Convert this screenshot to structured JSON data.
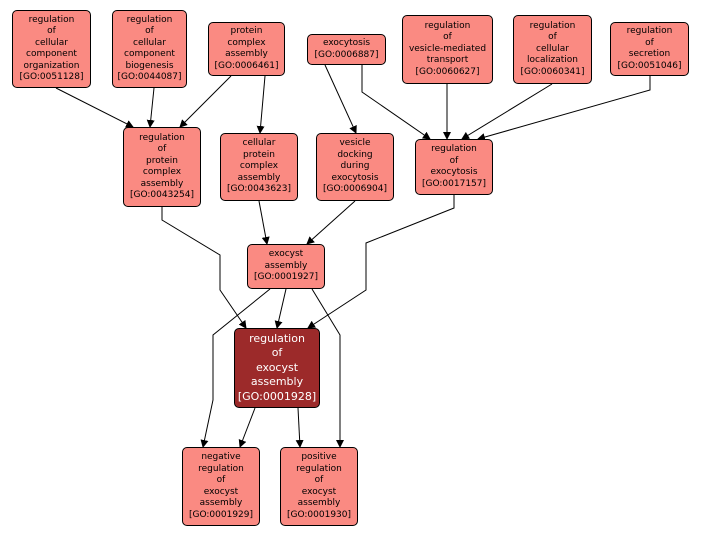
{
  "title": "GO graph: regulation of exocyst assembly",
  "colors": {
    "node_fill": "#fa8a82",
    "focus_fill": "#9c2a2a",
    "edge": "#000000",
    "background": "#ffffff"
  },
  "nodes": [
    {
      "key": "n51128",
      "lines": [
        "regulation",
        "of",
        "cellular",
        "component",
        "organization"
      ],
      "id": "[GO:0051128]"
    },
    {
      "key": "n44087",
      "lines": [
        "regulation",
        "of",
        "cellular",
        "component",
        "biogenesis"
      ],
      "id": "[GO:0044087]"
    },
    {
      "key": "n6461",
      "lines": [
        "protein",
        "complex",
        "assembly"
      ],
      "id": "[GO:0006461]"
    },
    {
      "key": "n6887",
      "lines": [
        "exocytosis"
      ],
      "id": "[GO:0006887]"
    },
    {
      "key": "n60627",
      "lines": [
        "regulation",
        "of",
        "vesicle-mediated",
        "transport"
      ],
      "id": "[GO:0060627]"
    },
    {
      "key": "n60341",
      "lines": [
        "regulation",
        "of",
        "cellular",
        "localization"
      ],
      "id": "[GO:0060341]"
    },
    {
      "key": "n51046",
      "lines": [
        "regulation",
        "of",
        "secretion"
      ],
      "id": "[GO:0051046]"
    },
    {
      "key": "n43254",
      "lines": [
        "regulation",
        "of",
        "protein",
        "complex",
        "assembly"
      ],
      "id": "[GO:0043254]"
    },
    {
      "key": "n43623",
      "lines": [
        "cellular",
        "protein",
        "complex",
        "assembly"
      ],
      "id": "[GO:0043623]"
    },
    {
      "key": "n6904",
      "lines": [
        "vesicle",
        "docking",
        "during",
        "exocytosis"
      ],
      "id": "[GO:0006904]"
    },
    {
      "key": "n17157",
      "lines": [
        "regulation",
        "of",
        "exocytosis"
      ],
      "id": "[GO:0017157]"
    },
    {
      "key": "n1927",
      "lines": [
        "exocyst",
        "assembly"
      ],
      "id": "[GO:0001927]"
    },
    {
      "key": "n1928",
      "lines": [
        "regulation",
        "of",
        "exocyst",
        "assembly"
      ],
      "id": "[GO:0001928]",
      "focus": true
    },
    {
      "key": "n1929",
      "lines": [
        "negative",
        "regulation",
        "of",
        "exocyst",
        "assembly"
      ],
      "id": "[GO:0001929]"
    },
    {
      "key": "n1930",
      "lines": [
        "positive",
        "regulation",
        "of",
        "exocyst",
        "assembly"
      ],
      "id": "[GO:0001930]"
    }
  ],
  "edges": [
    {
      "from": "n51128",
      "to": "n43254"
    },
    {
      "from": "n44087",
      "to": "n43254"
    },
    {
      "from": "n6461",
      "to": "n43254"
    },
    {
      "from": "n6461",
      "to": "n43623"
    },
    {
      "from": "n6887",
      "to": "n6904"
    },
    {
      "from": "n6887",
      "to": "n17157"
    },
    {
      "from": "n60627",
      "to": "n17157"
    },
    {
      "from": "n60341",
      "to": "n17157"
    },
    {
      "from": "n51046",
      "to": "n17157"
    },
    {
      "from": "n43254",
      "to": "n1928"
    },
    {
      "from": "n43623",
      "to": "n1927"
    },
    {
      "from": "n6904",
      "to": "n1927"
    },
    {
      "from": "n17157",
      "to": "n1928"
    },
    {
      "from": "n1927",
      "to": "n1928"
    },
    {
      "from": "n1927",
      "to": "n1929"
    },
    {
      "from": "n1927",
      "to": "n1930"
    },
    {
      "from": "n1928",
      "to": "n1929"
    },
    {
      "from": "n1928",
      "to": "n1930"
    }
  ]
}
